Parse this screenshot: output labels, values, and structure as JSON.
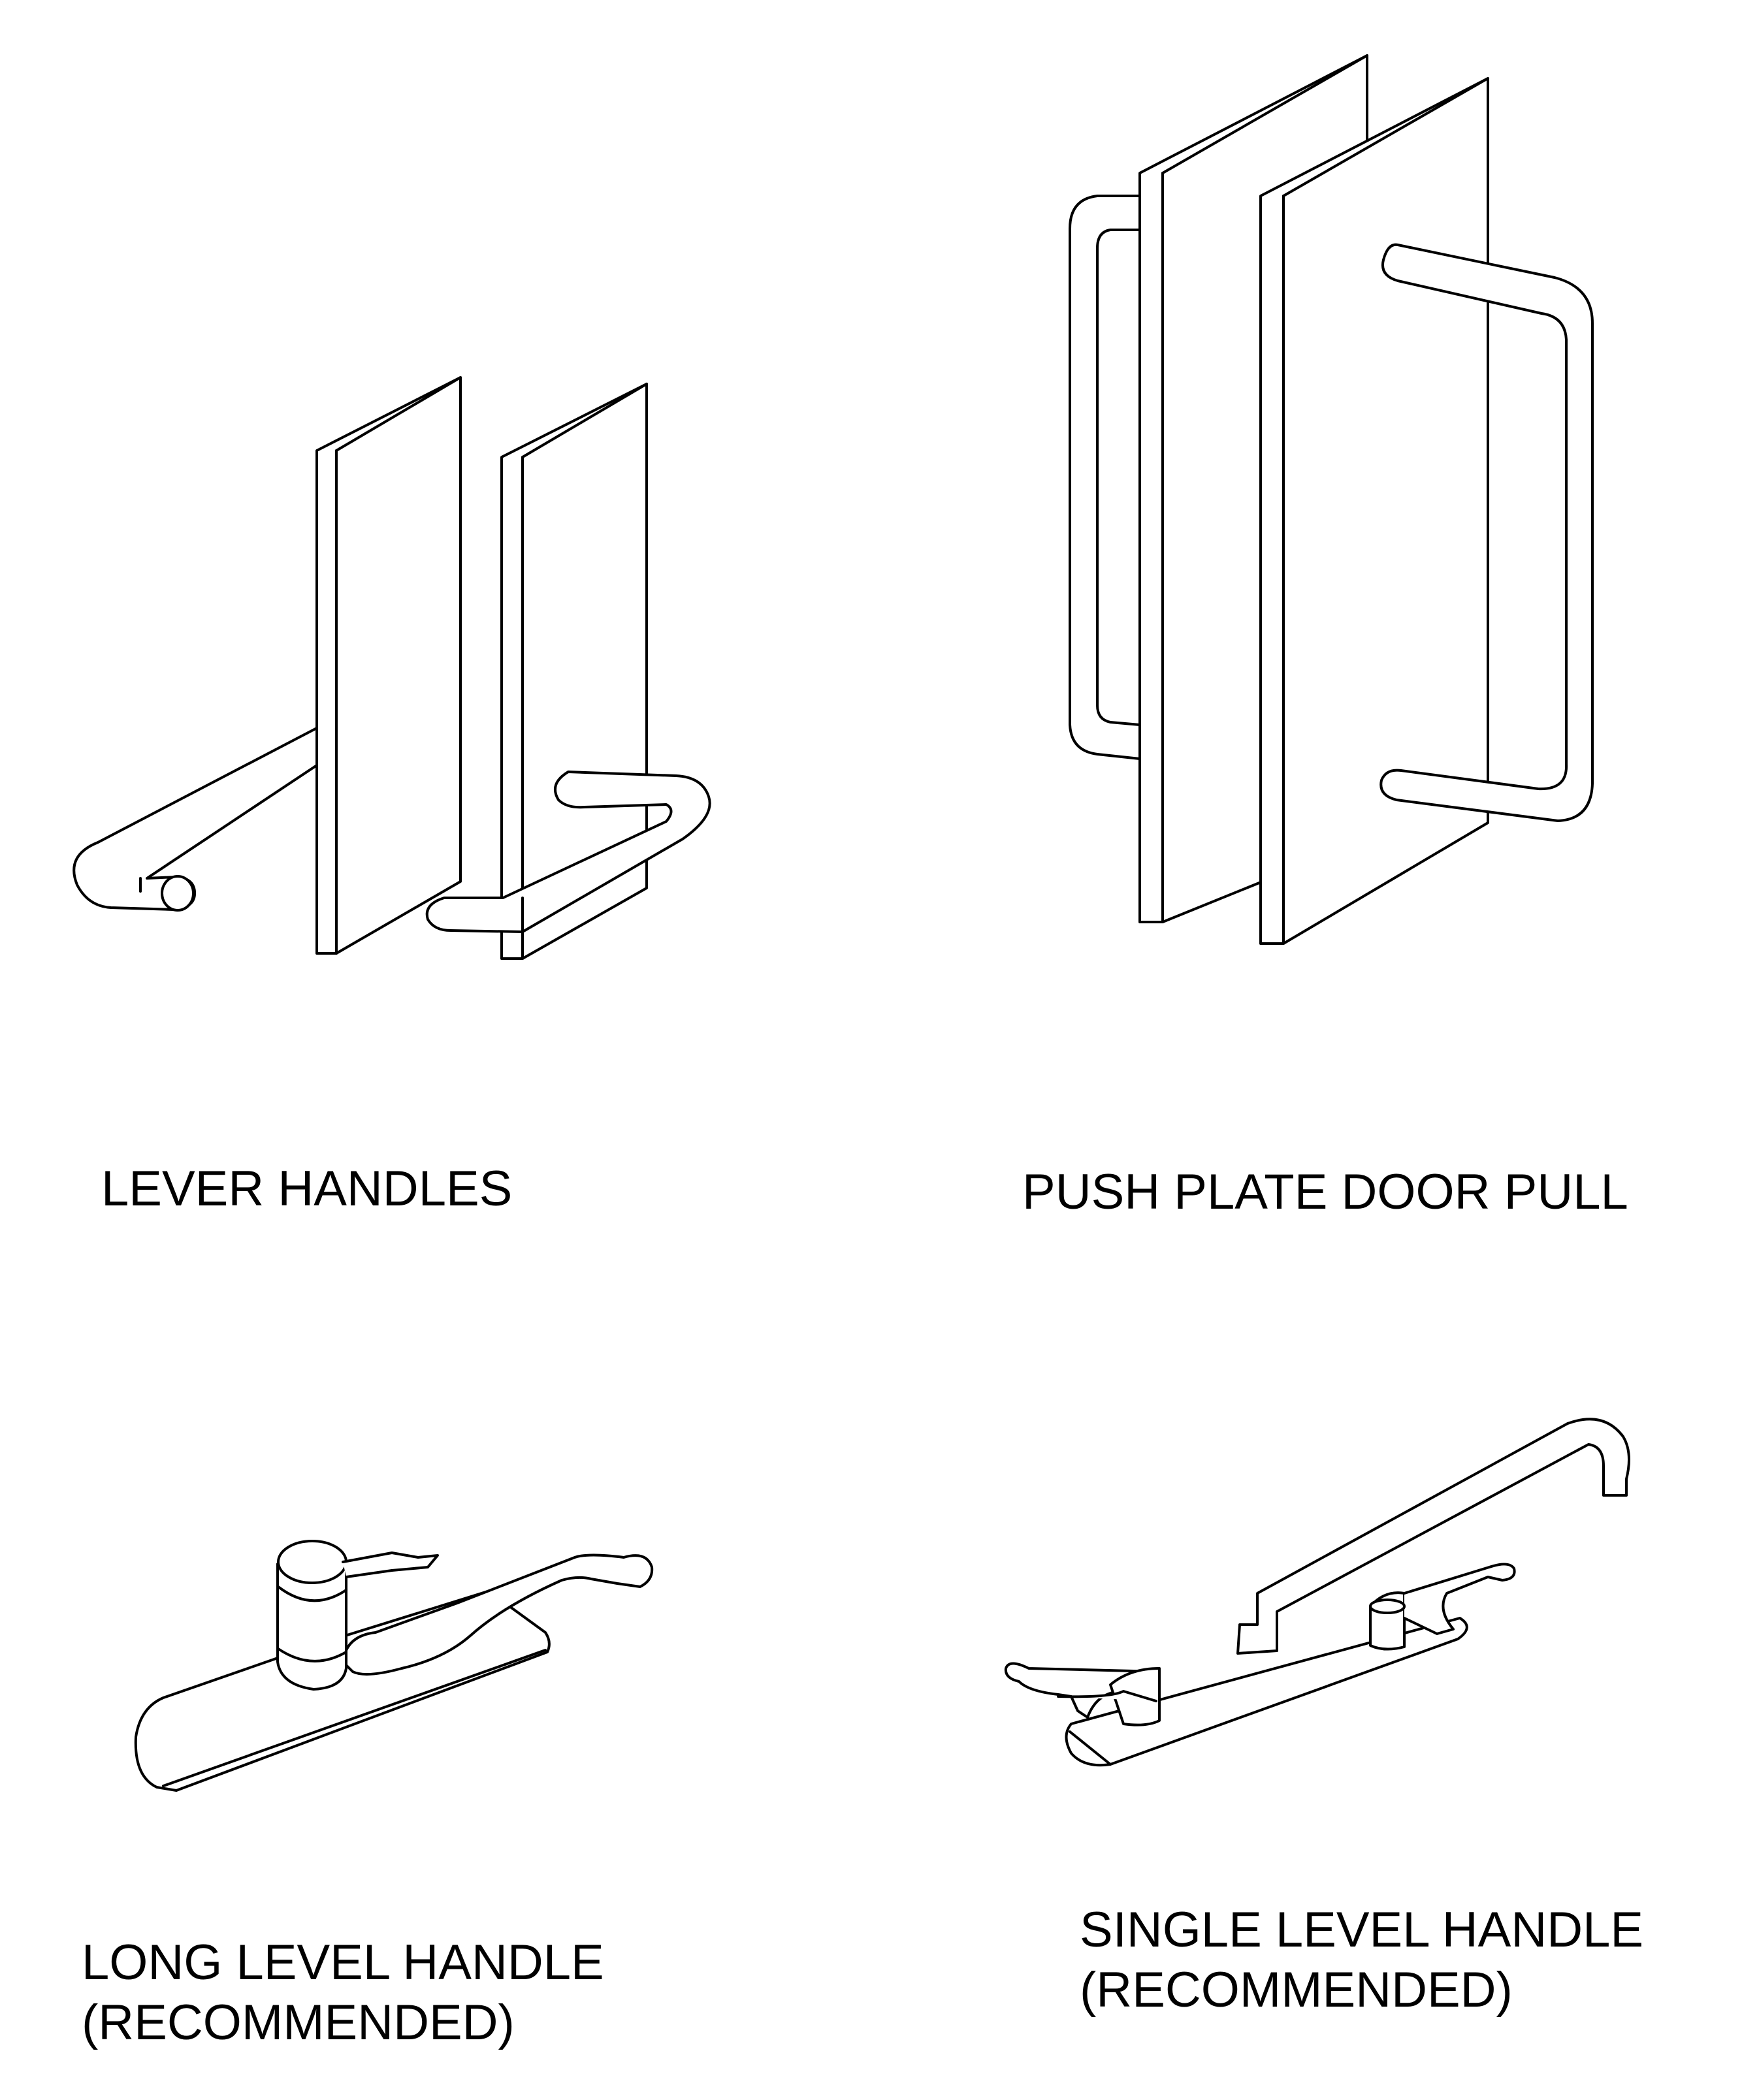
{
  "captions": {
    "lever_handles": "LEVER HANDLES",
    "push_plate_door_pull": "PUSH PLATE DOOR PULL",
    "long_level_handle": {
      "line1": "LONG LEVEL HANDLE",
      "line2": "(RECOMMENDED)"
    },
    "single_level_handle": {
      "line1": "SINGLE LEVEL HANDLE",
      "line2": "(RECOMMENDED)"
    }
  },
  "colors": {
    "line": "#000000",
    "background": "#ffffff"
  }
}
